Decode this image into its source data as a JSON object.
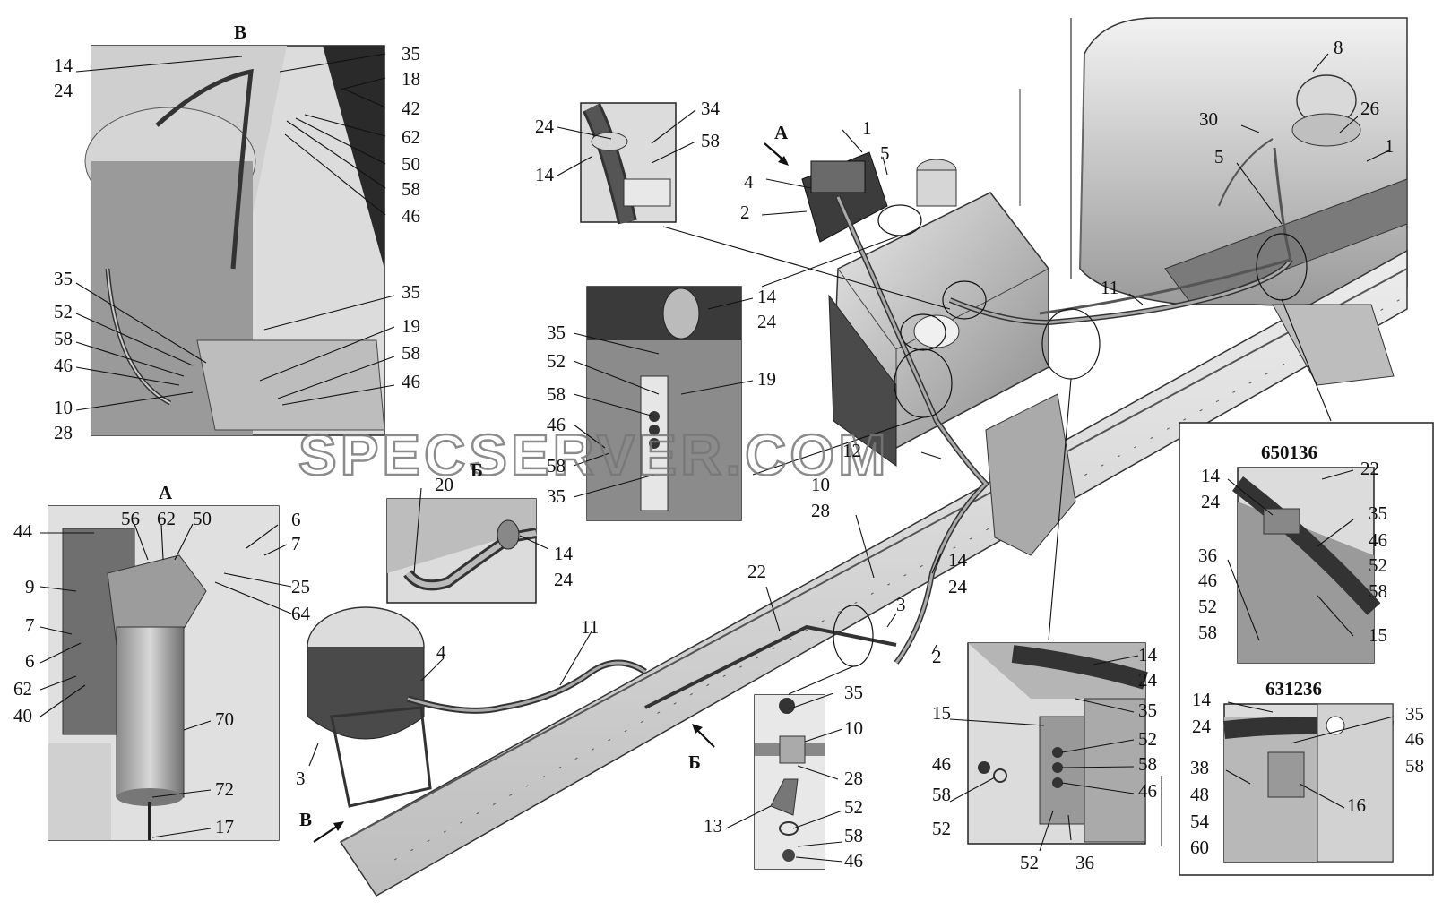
{
  "watermark": "SPECSERVER.COM",
  "detail_titles": {
    "B_cyr": "В",
    "A": "А",
    "Bb": "Б",
    "v650136": "650136",
    "v631236": "631236"
  },
  "arrows": {
    "A": "А",
    "B": "В",
    "Bb": "Б"
  },
  "labels": {
    "dv": [
      "14",
      "24",
      "35",
      "18",
      "42",
      "62",
      "50",
      "58",
      "46",
      "35",
      "52",
      "58",
      "46",
      "10",
      "28",
      "35",
      "19",
      "58",
      "46"
    ],
    "dt": [
      "24",
      "14",
      "34",
      "58"
    ],
    "db": [
      "14",
      "24",
      "35",
      "52",
      "58",
      "46",
      "58",
      "35",
      "19"
    ],
    "dbb": [
      "20",
      "14",
      "24"
    ],
    "da": [
      "44",
      "56",
      "62",
      "50",
      "6",
      "7",
      "9",
      "25",
      "64",
      "7",
      "6",
      "62",
      "40",
      "70",
      "72",
      "17"
    ],
    "main": [
      "1",
      "5",
      "4",
      "2",
      "8",
      "30",
      "26",
      "5",
      "1",
      "11",
      "12",
      "10",
      "28",
      "14",
      "24",
      "22",
      "3",
      "2",
      "11",
      "4",
      "3"
    ],
    "d10": [
      "35",
      "10",
      "28",
      "13",
      "52",
      "58",
      "46"
    ],
    "d15": [
      "14",
      "24",
      "35",
      "15",
      "52",
      "58",
      "46",
      "46",
      "58",
      "52",
      "52",
      "36"
    ],
    "v1": [
      "14",
      "24",
      "22",
      "35",
      "46",
      "52",
      "58",
      "36",
      "46",
      "52",
      "58",
      "15"
    ],
    "v2": [
      "14",
      "24",
      "35",
      "46",
      "58",
      "38",
      "48",
      "54",
      "60",
      "16"
    ]
  }
}
